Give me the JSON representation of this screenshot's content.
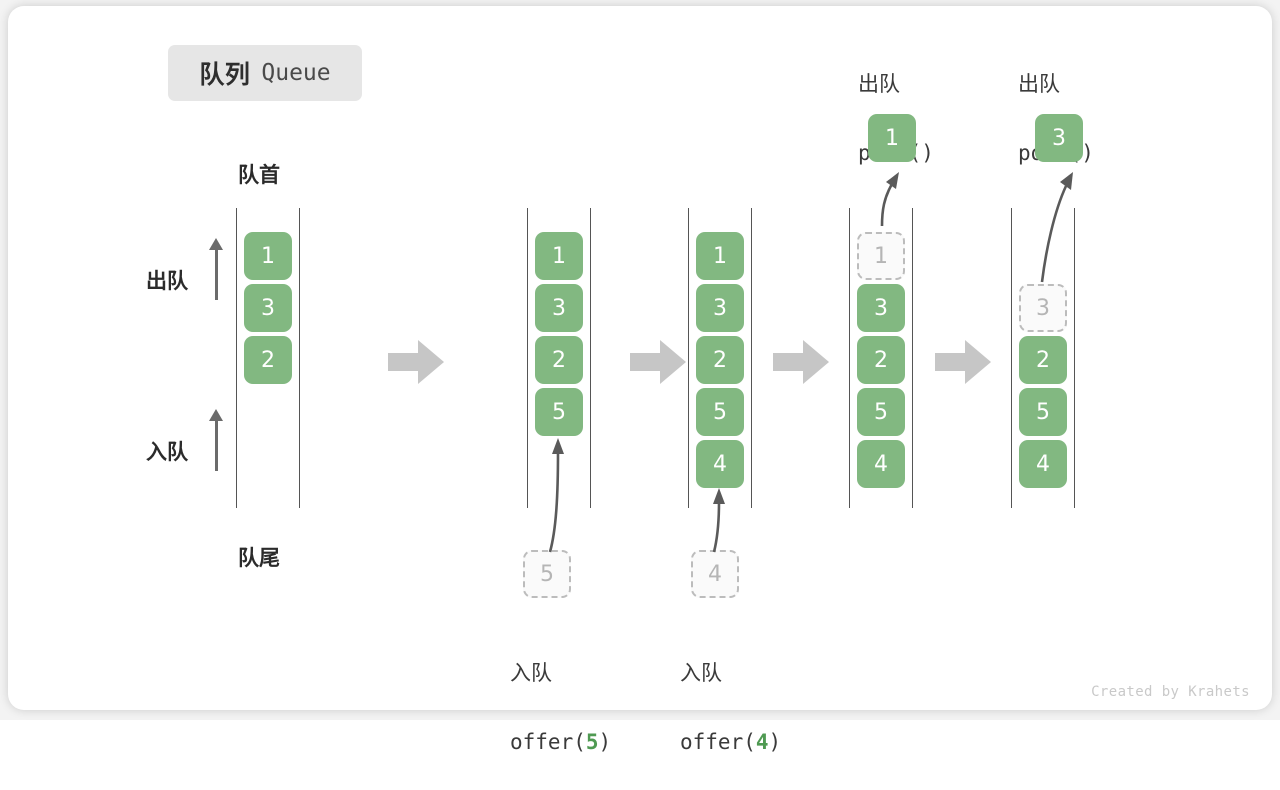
{
  "meta": {
    "title_cn": "队列",
    "title_en": "Queue",
    "credit": "Created by Krahets",
    "colors": {
      "cell_fill": "#82b881",
      "cell_text": "#ffffff",
      "ghost_fill": "#fafafa",
      "ghost_border": "#bcbcbc",
      "ghost_text": "#b5b5b5",
      "rail": "#555555",
      "arrow": "#6b6b6b",
      "step_arrow": "#c6c6c6",
      "badge_bg": "#e6e6e6",
      "accent_green": "#4f9a52",
      "credit": "#c9c9c9"
    }
  },
  "legend": {
    "head_label": "队首",
    "tail_label": "队尾",
    "dequeue_label": "出队",
    "enqueue_label": "入队"
  },
  "operations": {
    "offer5": {
      "cn": "入队",
      "fn": "offer(",
      "arg": "5",
      "close": ")"
    },
    "offer4": {
      "cn": "入队",
      "fn": "offer(",
      "arg": "4",
      "close": ")"
    },
    "poll1": {
      "cn": "出队",
      "code": "poll()"
    },
    "poll2": {
      "cn": "出队",
      "code": "poll()"
    }
  },
  "columns": [
    {
      "id": "state-initial",
      "cells": [
        {
          "value": "1",
          "state": "filled"
        },
        {
          "value": "3",
          "state": "filled"
        },
        {
          "value": "2",
          "state": "filled"
        }
      ]
    },
    {
      "id": "state-after-offer-5",
      "cells": [
        {
          "value": "1",
          "state": "filled"
        },
        {
          "value": "3",
          "state": "filled"
        },
        {
          "value": "2",
          "state": "filled"
        },
        {
          "value": "5",
          "state": "filled"
        }
      ],
      "incoming": {
        "value": "5",
        "state": "ghost"
      }
    },
    {
      "id": "state-after-offer-4",
      "cells": [
        {
          "value": "1",
          "state": "filled"
        },
        {
          "value": "3",
          "state": "filled"
        },
        {
          "value": "2",
          "state": "filled"
        },
        {
          "value": "5",
          "state": "filled"
        },
        {
          "value": "4",
          "state": "filled"
        }
      ],
      "incoming": {
        "value": "4",
        "state": "ghost"
      }
    },
    {
      "id": "state-after-poll-1",
      "cells": [
        {
          "value": "1",
          "state": "ghost"
        },
        {
          "value": "3",
          "state": "filled"
        },
        {
          "value": "2",
          "state": "filled"
        },
        {
          "value": "5",
          "state": "filled"
        },
        {
          "value": "4",
          "state": "filled"
        }
      ],
      "outgoing": {
        "value": "1",
        "state": "filled"
      }
    },
    {
      "id": "state-after-poll-3",
      "cells": [
        {
          "value": "3",
          "state": "ghost",
          "slot": 1
        },
        {
          "value": "2",
          "state": "filled",
          "slot": 2
        },
        {
          "value": "5",
          "state": "filled",
          "slot": 3
        },
        {
          "value": "4",
          "state": "filled",
          "slot": 4
        }
      ],
      "outgoing": {
        "value": "3",
        "state": "filled"
      }
    }
  ]
}
